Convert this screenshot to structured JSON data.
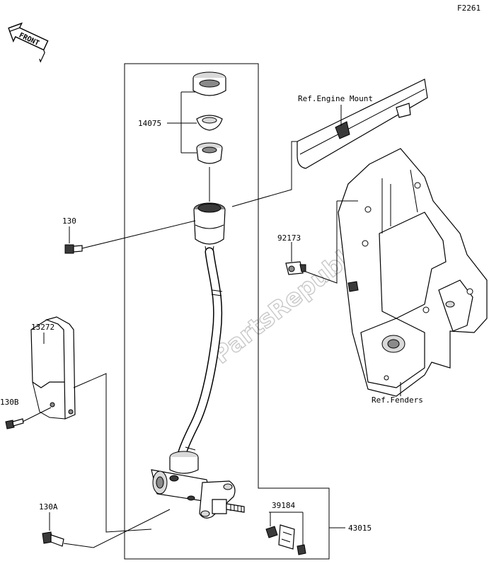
{
  "figure_code": "F2261",
  "front_label": "FRONT",
  "watermark": "PartsRepublik",
  "references": {
    "engine_mount": "Ref.Engine Mount",
    "fenders": "Ref.Fenders"
  },
  "callouts": {
    "reservoir_cap_kit": "14075",
    "bolt_top": "130",
    "clamp": "92173",
    "cover": "13272",
    "bolt_cover": "130B",
    "bolt_bottom": "130A",
    "nut": "39184",
    "master_cylinder": "43015"
  }
}
